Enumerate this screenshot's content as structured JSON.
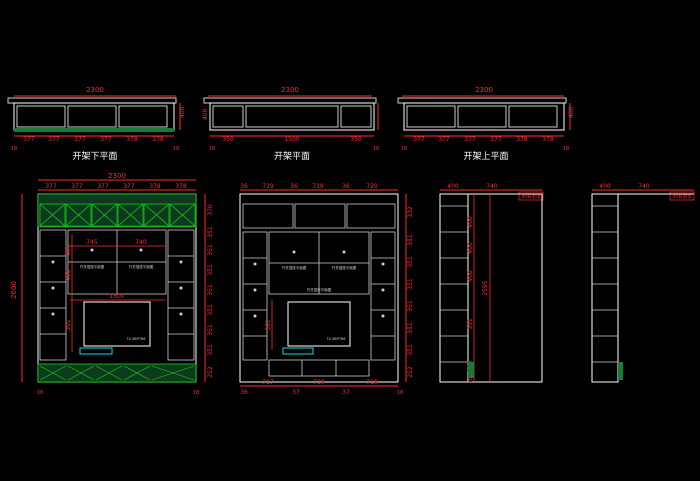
{
  "colors": {
    "background": "#000000",
    "outline": "#ffffff",
    "dimension": "#ff2a2a",
    "cross": "#19d219",
    "green_panel": "#1a7a3a",
    "cyan": "#18d8e8",
    "gray": "#8a8a8a"
  },
  "plans": [
    {
      "title": "开架下平面",
      "top_dim": "2300",
      "side_dim": "400",
      "bottom_dims": [
        "377",
        "377",
        "377",
        "377",
        "378",
        "378"
      ],
      "end_dims": [
        "18",
        "18"
      ]
    },
    {
      "title": "开架平面",
      "top_dim": "2300",
      "side_dim": "400",
      "bottom_dims": [
        "350",
        "1500",
        "350"
      ],
      "end_dims": [
        "18",
        "18"
      ]
    },
    {
      "title": "开架上平面",
      "top_dim": "2300",
      "side_dim": "400",
      "bottom_dims": [
        "377",
        "377",
        "377",
        "377",
        "378",
        "378"
      ],
      "end_dims": [
        "18",
        "18"
      ]
    }
  ],
  "elevation1": {
    "top_segments": [
      "377",
      "377",
      "377",
      "377",
      "378",
      "378"
    ],
    "overall_width": "2300",
    "overall_height": "2600",
    "inner_dims": [
      "745",
      "740"
    ],
    "tv_width": "1500",
    "left_dims": [
      "400",
      "400",
      "391"
    ],
    "right_dims": [
      "370",
      "351",
      "351",
      "351",
      "351",
      "351",
      "351",
      "351",
      "252"
    ],
    "bottom_dims": [
      "18",
      "18"
    ],
    "shelf_text": "开关插座平面图",
    "tv_label": "TV 88P786"
  },
  "elevation2": {
    "top_segments": [
      "36",
      "719",
      "36",
      "719",
      "36",
      "720"
    ],
    "bottom_segments": [
      "36",
      "717",
      "37",
      "719",
      "37",
      "719",
      "18"
    ],
    "right_dims": [
      "332",
      "351",
      "351",
      "351",
      "351",
      "351",
      "351",
      "252"
    ],
    "left_dims": [
      "391"
    ],
    "shelf_text": "开关插座平面图",
    "tv_label": "TV 88P786"
  },
  "side1": {
    "top_dims": [
      "400",
      "740"
    ],
    "tag": "40背景墙",
    "height": "2595",
    "left_dims": [
      "400",
      "400",
      "400",
      "391",
      "352",
      "18"
    ]
  },
  "side2": {
    "top_dims": [
      "400",
      "740"
    ],
    "tag": "40背景墙"
  }
}
